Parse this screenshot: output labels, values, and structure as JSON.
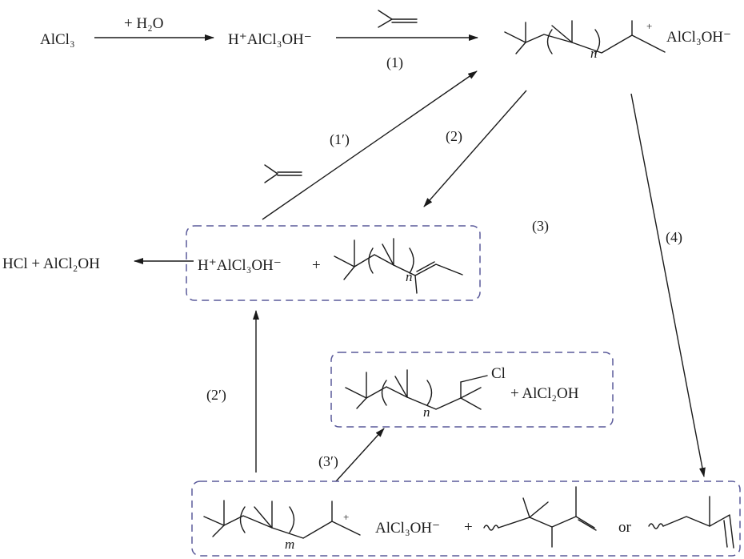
{
  "species": {
    "alcl3": "AlCl₃",
    "h2o": "+ H₂O",
    "initiator": "H⁺AlCl₃OH⁻",
    "counterion_top": "AlCl₃OH⁻",
    "hcl_product": "HCl + AlCl₂OH",
    "initiator_box": "H⁺AlCl₃OH⁻",
    "alcl2oh_box": "+ AlCl₂OH",
    "counterion_bottom": "AlCl₃OH⁻",
    "or": "or",
    "plus": "+",
    "cl": "Cl"
  },
  "labels": {
    "r1": "(1)",
    "r1p": "(1′)",
    "r2": "(2)",
    "r2p": "(2′)",
    "r3": "(3)",
    "r3p": "(3′)",
    "r4": "(4)",
    "n": "n",
    "m": "m"
  },
  "colors": {
    "box_border": "#5a5a9a",
    "ink": "#1a1a1a"
  }
}
